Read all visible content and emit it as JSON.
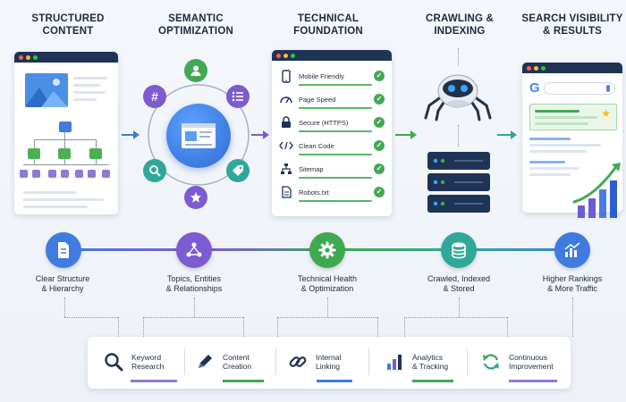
{
  "headings": {
    "structured": "STRUCTURED\nCONTENT",
    "semantic": "SEMANTIC\nOPTIMIZATION",
    "technical": "TECHNICAL\nFOUNDATION",
    "crawling": "CRAWLING &\nINDEXING",
    "search": "SEARCH VISIBILITY\n& RESULTS"
  },
  "checklist": [
    {
      "label": "Mobile Friendly",
      "icon": "phone-icon"
    },
    {
      "label": "Page Speed",
      "icon": "speedometer-icon"
    },
    {
      "label": "Secure (HTTPS)",
      "icon": "lock-icon"
    },
    {
      "label": "Clean Code",
      "icon": "code-icon"
    },
    {
      "label": "Sitemap",
      "icon": "sitemap-icon"
    },
    {
      "label": "Robots.txt",
      "icon": "document-icon"
    }
  ],
  "semantic_icons": {
    "top": "user-icon",
    "top_left": "hashtag-icon",
    "top_right": "list-icon",
    "bottom_left": "search-icon",
    "bottom_right": "tag-icon",
    "bottom": "star-icon",
    "top_left_glyph": "#"
  },
  "search_card": {
    "logo_letter": "G",
    "colors": {
      "blue": "#4285f4",
      "red": "#ea4335",
      "yellow": "#fbbc05",
      "green": "#34a853"
    }
  },
  "timeline": [
    {
      "label": "Clear Structure\n& Hierarchy",
      "icon": "document-icon",
      "color": "#3f7be0"
    },
    {
      "label": "Topics, Entities\n& Relationships",
      "icon": "network-icon",
      "color": "#7d5bd0"
    },
    {
      "label": "Technical Health\n& Optimization",
      "icon": "gear-icon",
      "color": "#3ea94f"
    },
    {
      "label": "Crawled, Indexed\n& Stored",
      "icon": "database-icon",
      "color": "#2fa899"
    },
    {
      "label": "Higher Rankings\n& More Traffic",
      "icon": "bar-chart-icon",
      "color": "#3f7be0"
    }
  ],
  "tools": [
    {
      "label": "Keyword\nResearch",
      "icon": "magnifier-icon"
    },
    {
      "label": "Content\nCreation",
      "icon": "pencil-icon"
    },
    {
      "label": "Internal\nLinking",
      "icon": "link-icon"
    },
    {
      "label": "Analytics\n& Tracking",
      "icon": "analytics-icon"
    },
    {
      "label": "Continuous\nImprovement",
      "icon": "refresh-icon"
    }
  ],
  "colors": {
    "navy": "#1f3355",
    "blue": "#3f7be0",
    "purple": "#7d5bd0",
    "green": "#3ea94f",
    "teal": "#2fa899"
  }
}
